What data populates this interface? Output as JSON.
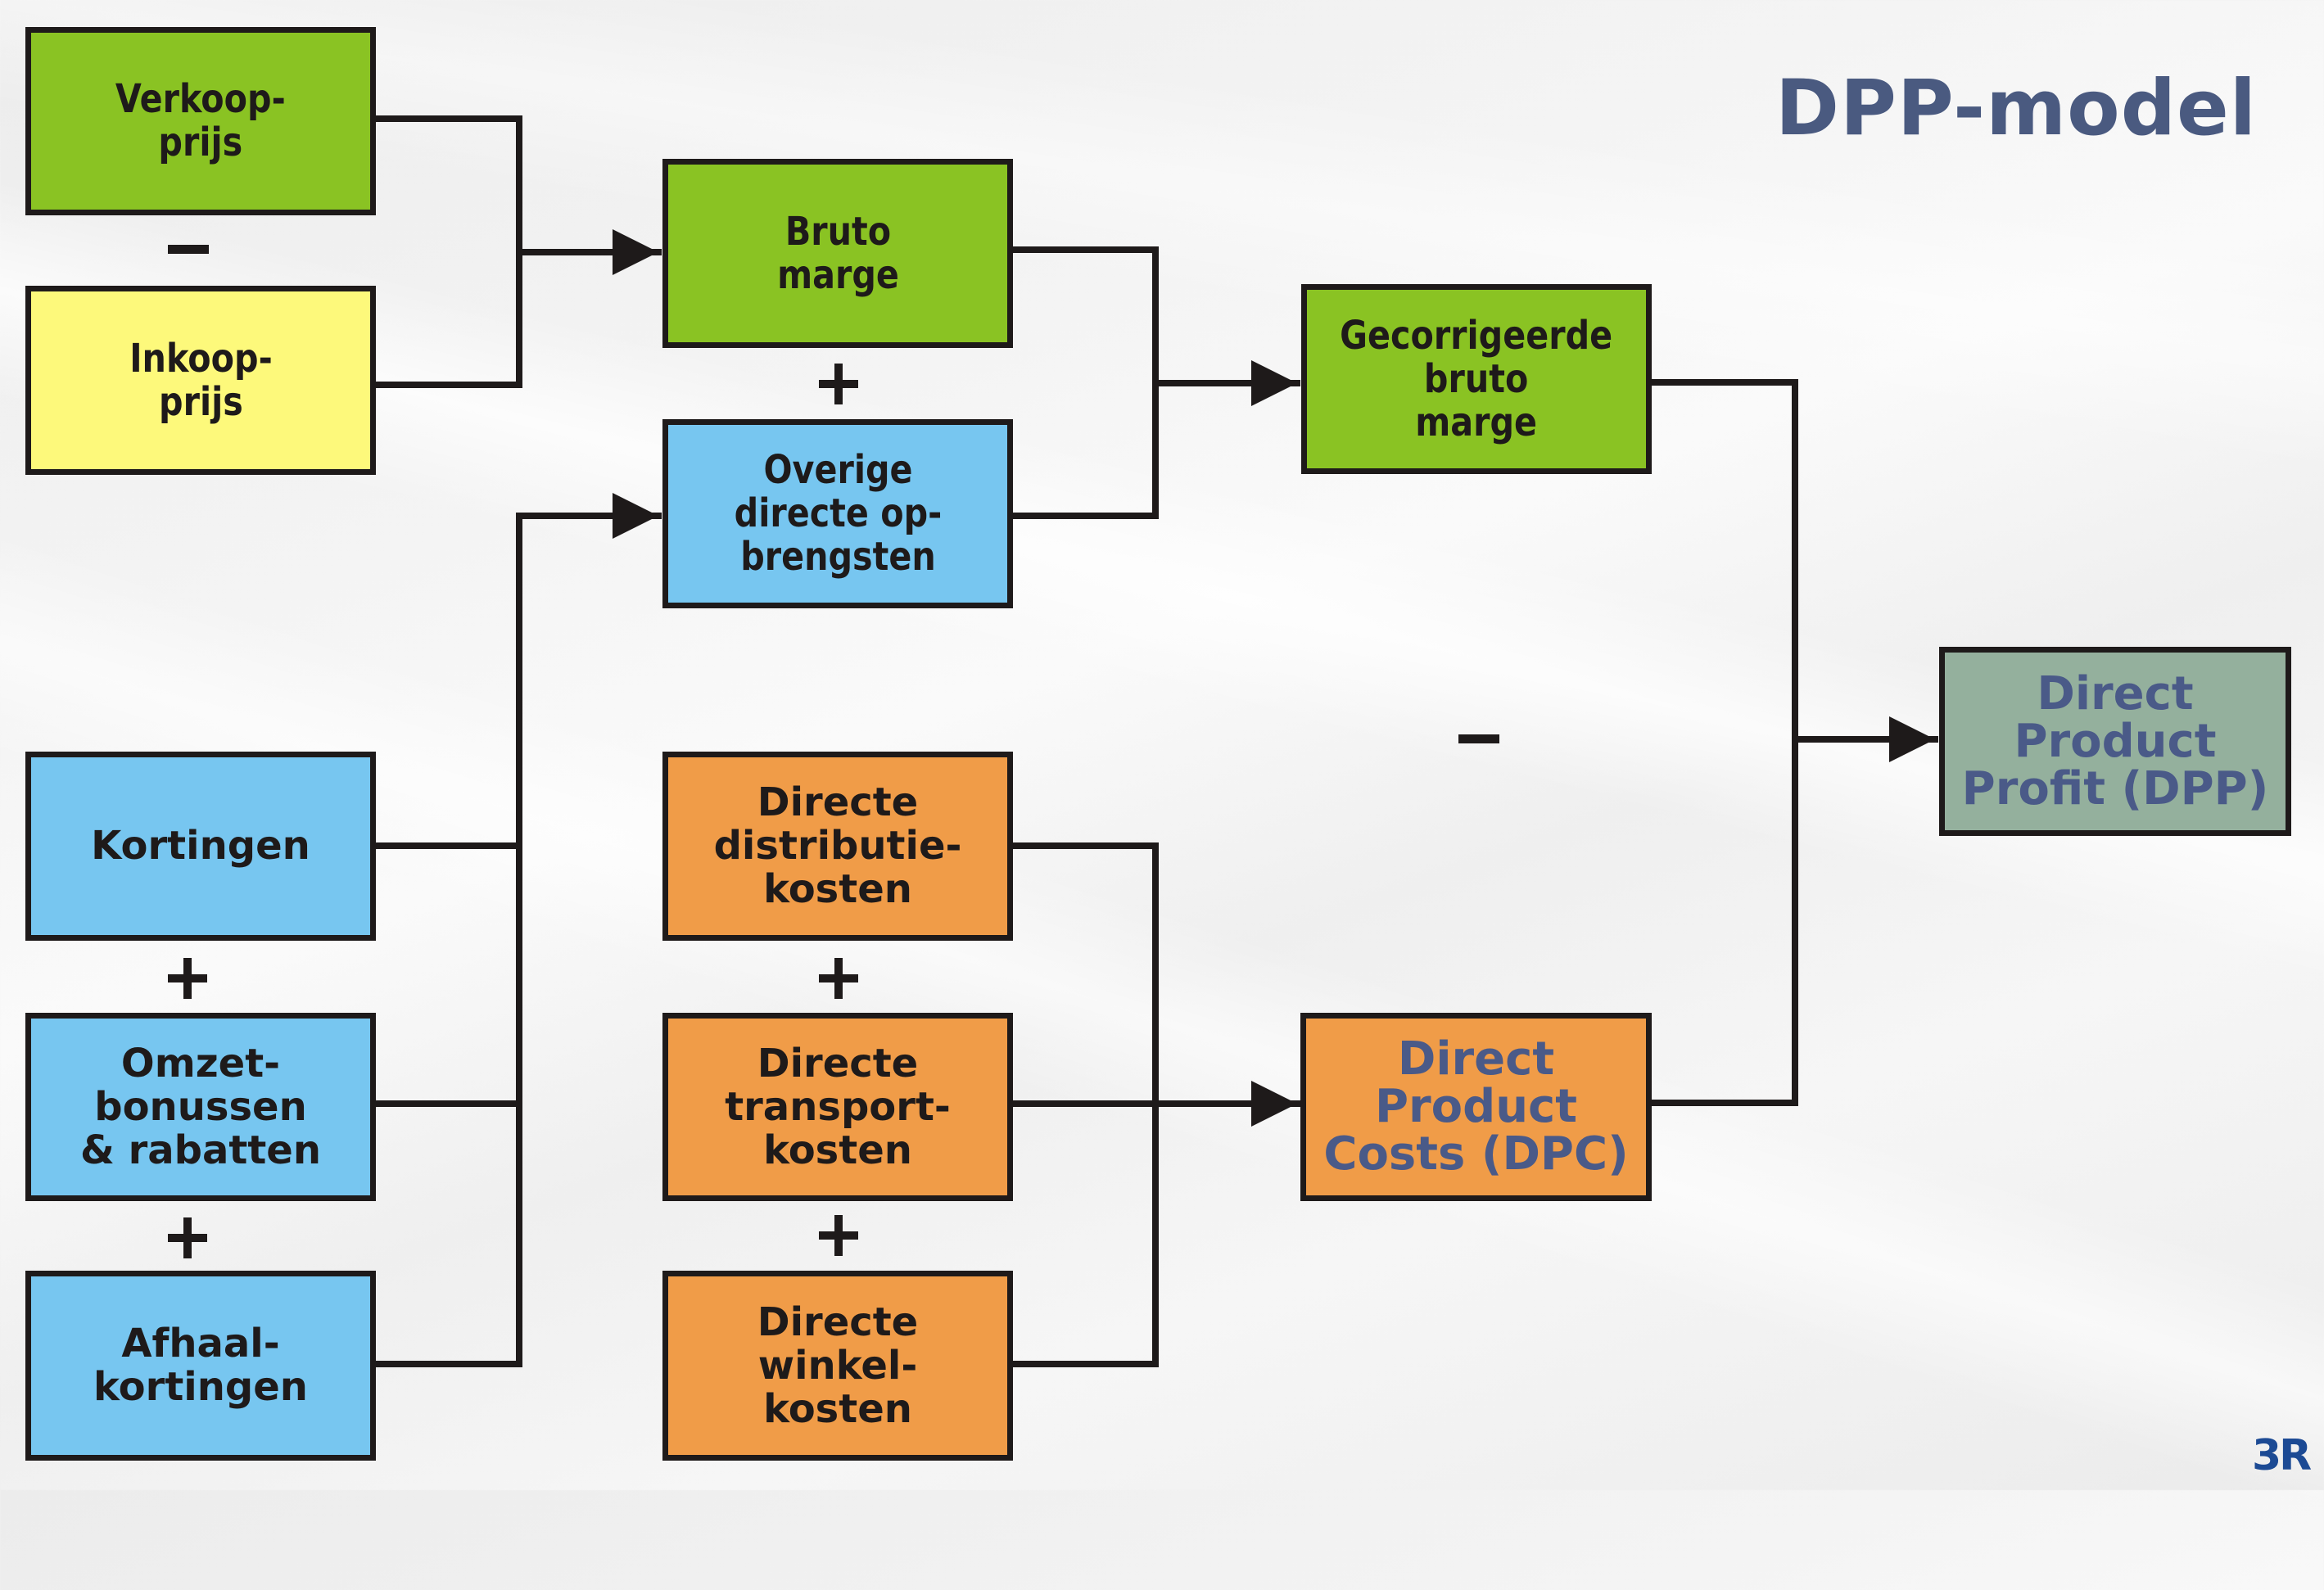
{
  "title": "DPP-model",
  "logo": "3R",
  "colors": {
    "revenue_green": "#8ac323",
    "purchase_yellow": "#fdf97b",
    "discount_blue": "#77c6f0",
    "cost_orange": "#f09c48",
    "result_sage": "#94b09d",
    "result_text": "#4a5a88",
    "title_text": "#4a5a80",
    "logo_blue": "#1c4a94",
    "line": "#1e1a1a"
  },
  "nodes": {
    "verkoopprijs": "Verkoop-\nprijs",
    "inkoopprijs": "Inkoop-\nprijs",
    "bruto_marge": "Bruto\nmarge",
    "overige_directe_opbrengsten": "Overige\ndirecte op-\nbrengsten",
    "gecorrigeerde_bruto_marge": "Gecorrigeerde\nbruto\nmarge",
    "kortingen": "Kortingen",
    "omzetbonussen": "Omzet-\nbonussen\n& rabatten",
    "afhaalkortingen": "Afhaal-\nkortingen",
    "directe_distributiekosten": "Directe\ndistributie-\nkosten",
    "directe_transportkosten": "Directe\ntransport-\nkosten",
    "directe_winkelkosten": "Directe\nwinkel-\nkosten",
    "dpc": "Direct\nProduct\nCosts (DPC)",
    "dpp": "Direct\nProduct\nProfit (DPP)"
  },
  "operators": {
    "verkoop_inkoop": "minus",
    "bruto_overige": "plus",
    "kortingen_omzet": "plus",
    "omzet_afhaal": "plus",
    "distributie_transport": "plus",
    "transport_winkel": "plus",
    "margin_costs": "minus"
  },
  "edges": [
    {
      "from": [
        "verkoopprijs",
        "inkoopprijs"
      ],
      "to": "bruto_marge"
    },
    {
      "from": [
        "kortingen",
        "omzetbonussen",
        "afhaalkortingen"
      ],
      "to": "overige_directe_opbrengsten"
    },
    {
      "from": [
        "bruto_marge",
        "overige_directe_opbrengsten"
      ],
      "to": "gecorrigeerde_bruto_marge"
    },
    {
      "from": [
        "directe_distributiekosten",
        "directe_transportkosten",
        "directe_winkelkosten"
      ],
      "to": "dpc"
    },
    {
      "from": [
        "gecorrigeerde_bruto_marge",
        "dpc"
      ],
      "to": "dpp"
    }
  ]
}
